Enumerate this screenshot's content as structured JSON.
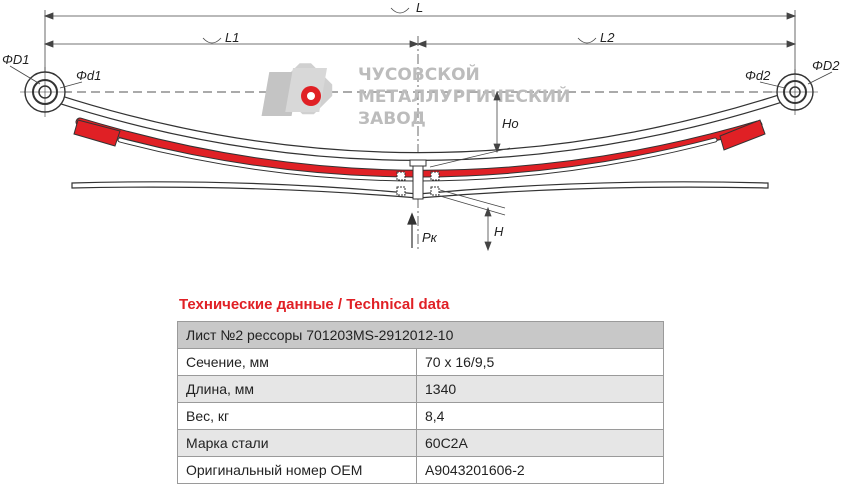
{
  "drawing": {
    "dimension_labels": {
      "total_length": "L",
      "left_length": "L1",
      "right_length": "L2",
      "left_eye_outer": "ΦD1",
      "left_eye_inner": "Φd1",
      "right_eye_inner": "Φd2",
      "right_eye_outer": "ΦD2",
      "free_height": "Ho",
      "loaded_height": "H",
      "load": "Pк"
    },
    "logo": {
      "lines": [
        "ЧУСОВСКОЙ",
        "МЕТАЛЛУРГИЧЕСКИЙ",
        "ЗАВОД"
      ]
    },
    "colors": {
      "highlight_leaf": "#e02025",
      "logo_gray": "#bcbcbc"
    }
  },
  "spec": {
    "title": "Технические данные / Technical data",
    "header": "Лист №2 рессоры 701203MS-2912012-10",
    "rows": [
      {
        "label": "Сечение, мм",
        "value": "70 x 16/9,5"
      },
      {
        "label": "Длина, мм",
        "value": "1340"
      },
      {
        "label": "Вес, кг",
        "value": "8,4"
      },
      {
        "label": "Марка стали",
        "value": "60С2А"
      },
      {
        "label": "Оригинальный номер OEM",
        "value": "А9043201606-2"
      }
    ]
  }
}
